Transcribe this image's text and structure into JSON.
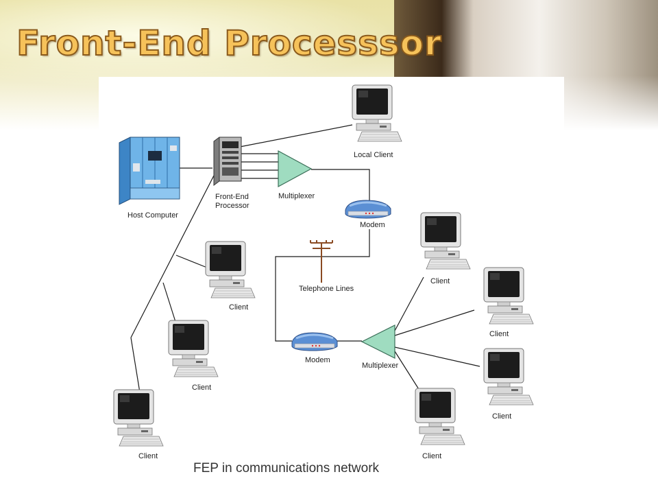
{
  "slide": {
    "title": "Front-End Processsor"
  },
  "figure": {
    "caption": "FEP in communications network",
    "labels": {
      "host": "Host Computer",
      "fep_line1": "Front-End",
      "fep_line2": "Processor",
      "local_client": "Local Client",
      "multiplexer_top": "Multiplexer",
      "modem_top": "Modem",
      "telephone": "Telephone Lines",
      "modem_bottom": "Modem",
      "multiplexer_bottom": "Multiplexer",
      "client_left_1": "Client",
      "client_left_2": "Client",
      "client_left_3": "Client",
      "client_right_1": "Client",
      "client_right_2": "Client",
      "client_right_3": "Client",
      "client_right_4": "Client"
    }
  },
  "colors": {
    "title_fill": "#f6c25a",
    "title_stroke": "#8a5a1c",
    "host_blue": "#5aa8e0",
    "modem_blue": "#4d7fc4"
  }
}
